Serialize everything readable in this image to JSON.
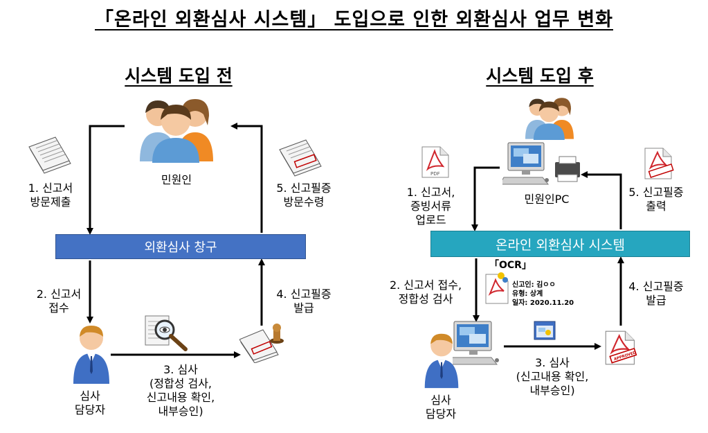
{
  "title": "「온라인 외환심사 시스템」 도입으로 인한 외환심사 업무 변화",
  "before": {
    "heading": "시스템 도입 전",
    "applicant_label": "민원인",
    "bar_label": "외환심사 창구",
    "officer_label": "심사\n담당자",
    "step1": "1. 신고서\n방문제출",
    "step2": "2. 신고서\n접수",
    "step3": "3. 심사\n(정합성 검사,\n신고내용 확인,\n내부승인)",
    "step4": "4. 신고필증\n발급",
    "step5": "5. 신고필증\n방문수령"
  },
  "after": {
    "heading": "시스템 도입 후",
    "applicant_label": "민원인PC",
    "bar_label": "온라인 외환심사 시스템",
    "officer_label": "심사\n담당자",
    "step1": "1. 신고서,\n증빙서류\n업로드",
    "step2": "2. 신고서 접수,\n정합성 검사",
    "step3": "3. 심사\n(신고내용 확인,\n내부승인)",
    "step4": "4. 신고필증\n발급",
    "step5": "5. 신고필증\n출력",
    "ocr_label": "「OCR」",
    "ocr_lines": [
      "신고인: 김ㅇㅇ",
      "유형: 상계",
      "일자: 2020.11.20"
    ],
    "stamp_text": "APPROVED",
    "pdf_text": "PDF"
  },
  "colors": {
    "bar_before": "#4472c4",
    "bar_after": "#26a6bf",
    "arrow": "#000000",
    "stamp": "#c00000"
  }
}
